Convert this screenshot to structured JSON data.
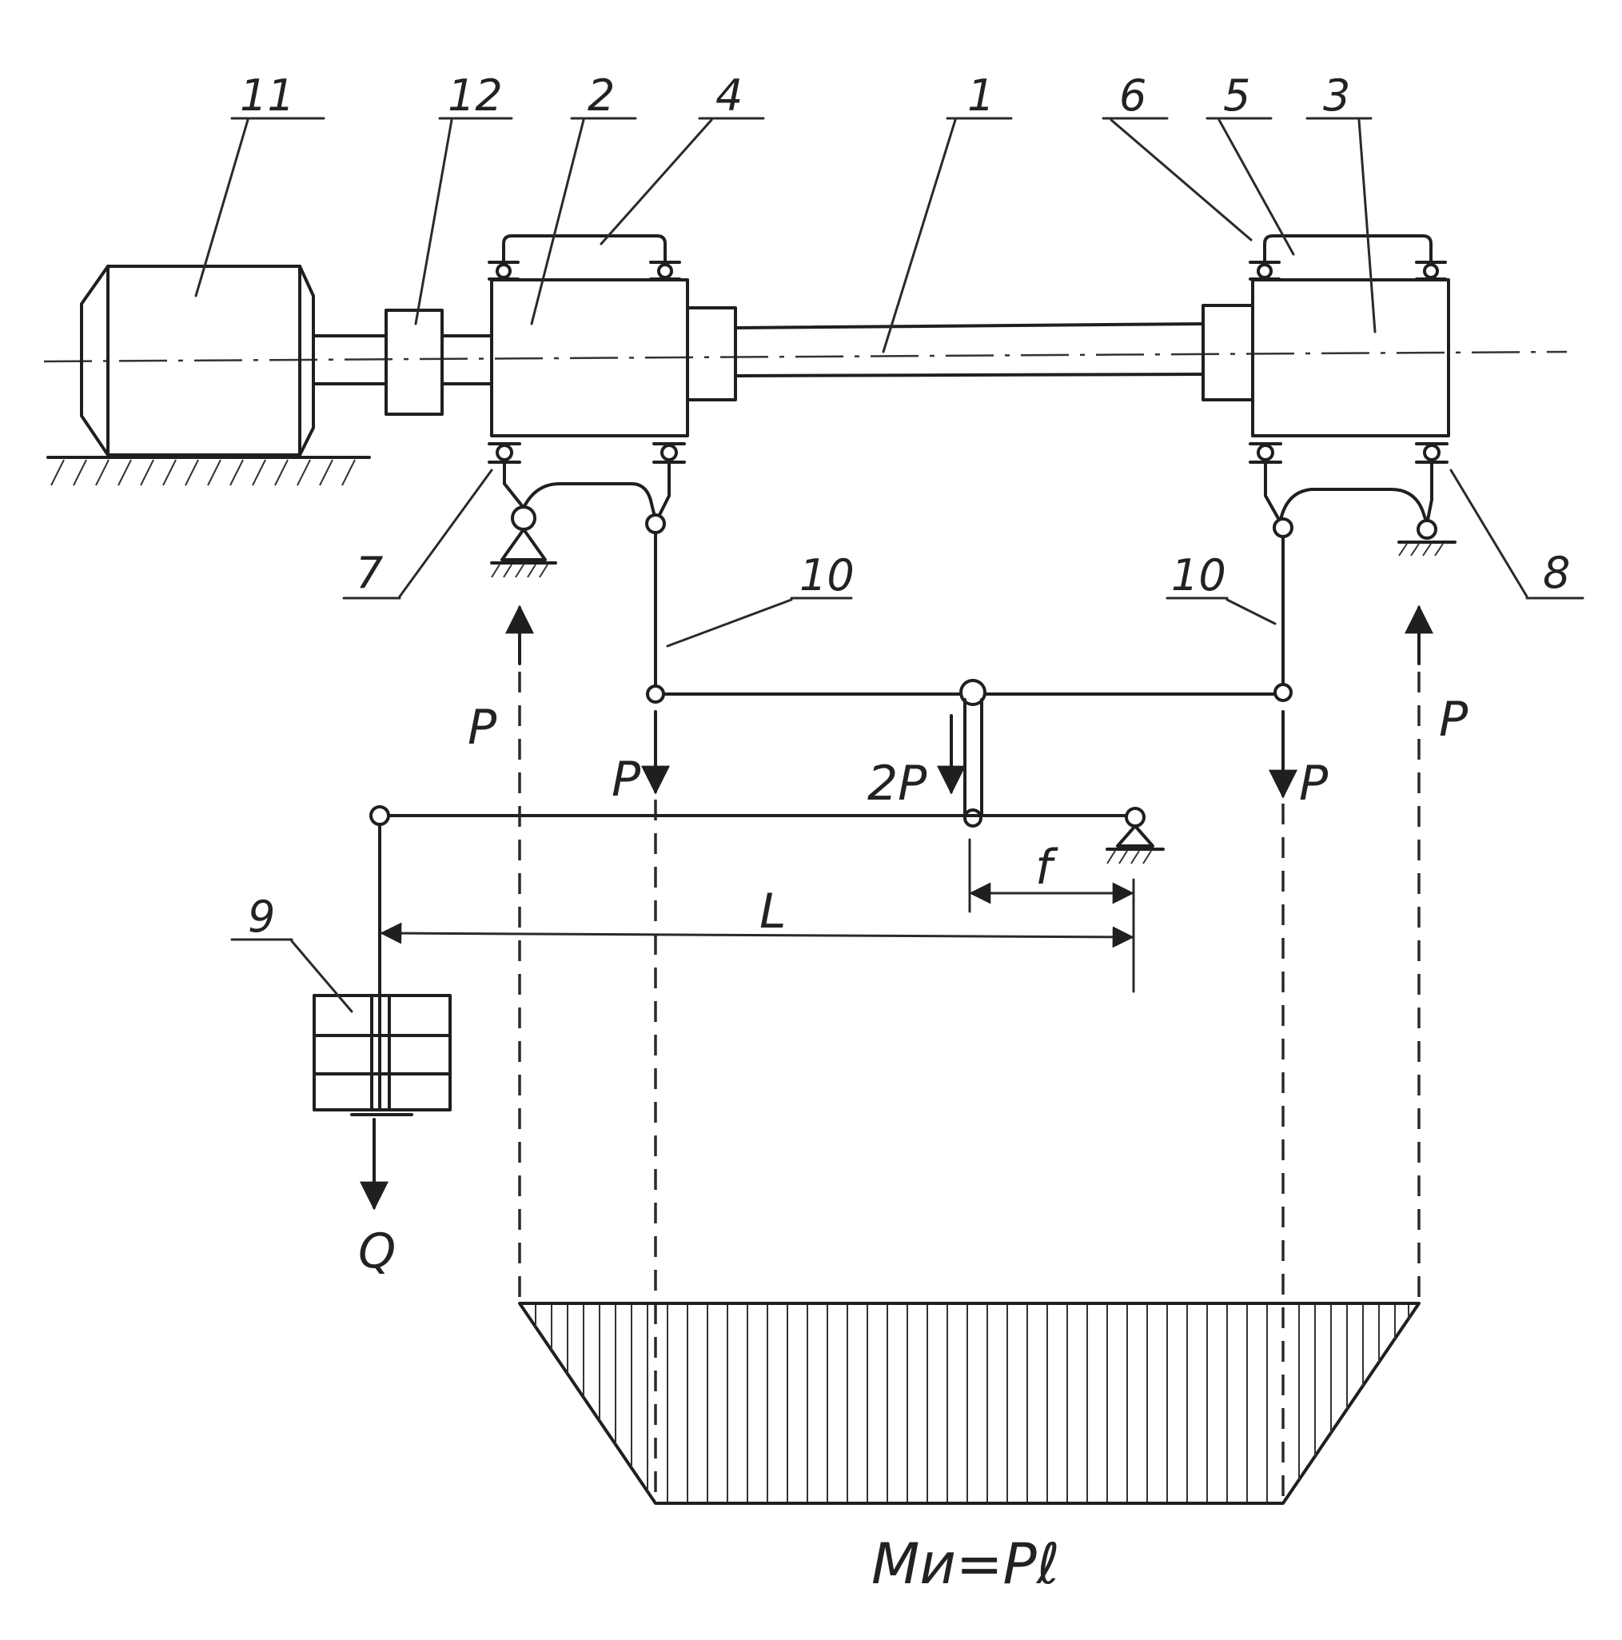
{
  "labels": {
    "n1": "1",
    "n2": "2",
    "n3": "3",
    "n4": "4",
    "n5": "5",
    "n6": "6",
    "n7": "7",
    "n8": "8",
    "n9": "9",
    "n10a": "10",
    "n10b": "10",
    "n11": "11",
    "n12": "12"
  },
  "forces": {
    "p_left_up": "P",
    "p_left_down": "P",
    "p_center": "2P",
    "p_right_down": "P",
    "p_right_up": "P",
    "q_weight": "Q"
  },
  "dimensions": {
    "short_arm": "f",
    "long_arm": "L"
  },
  "formula": "Mи=Pℓ"
}
